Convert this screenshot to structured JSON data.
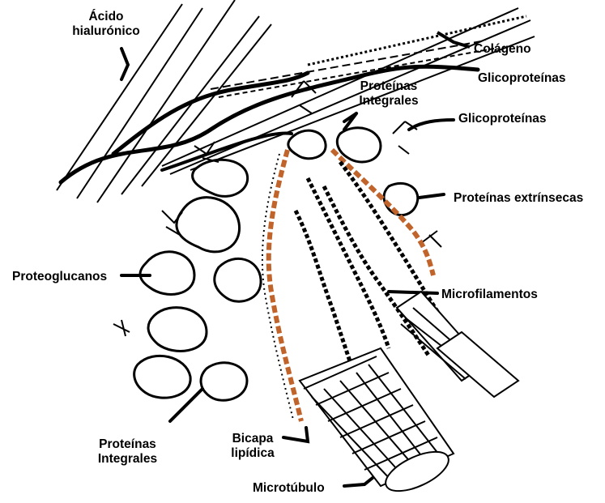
{
  "labels": {
    "acido_hialuronico": [
      "Ácido",
      "hialurónico"
    ],
    "colageno": "Colágeno",
    "glicoproteinas_top": "Glicoproteínas",
    "proteinas_integrales_top": [
      "Proteínas",
      "Integrales"
    ],
    "glicoproteinas_right": "Glicoproteínas",
    "proteinas_extrinsecas": "Proteínas extrínsecas",
    "proteoglucanos": "Proteoglucanos",
    "microfilamentos": "Microfilamentos",
    "proteinas_integrales_bottom": [
      "Proteínas",
      "Integrales"
    ],
    "bicapa_lipidica": [
      "Bicapa",
      "lipídica"
    ],
    "microtubulo": "Microtúbulo"
  },
  "colors": {
    "ink": "#000000",
    "membrane_highlight": "#c0642b",
    "background": "#ffffff"
  }
}
